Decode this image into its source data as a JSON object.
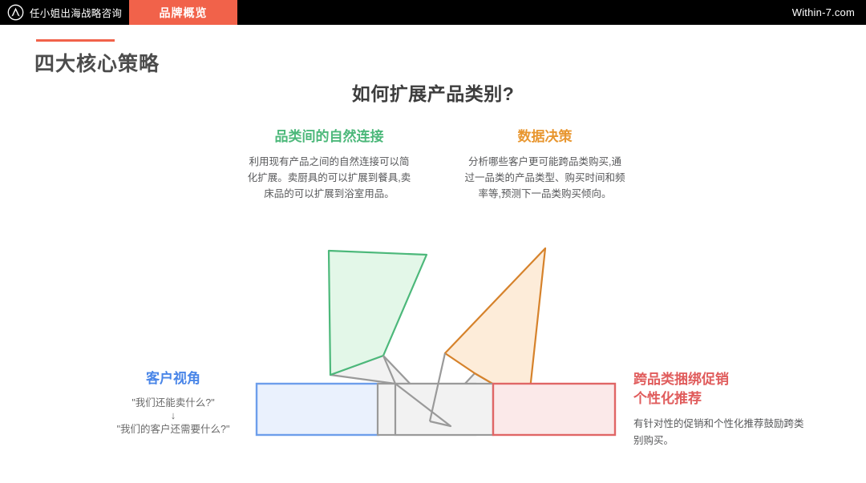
{
  "header": {
    "logo_icon": "circular-arrow-logo-icon",
    "brand_name": "任小姐出海战略咨询",
    "active_tab": "品牌概览",
    "site_url": "Within-7.com",
    "bar_color": "#000000",
    "tab_color": "#f1624a"
  },
  "slide": {
    "section_title": "四大核心策略",
    "accent_color": "#f1624a",
    "main_heading": "如何扩展产品类别?"
  },
  "callouts": {
    "green": {
      "title": "品类间的自然连接",
      "body": "利用现有产品之间的自然连接可以简化扩展。卖厨具的可以扩展到餐具,卖床品的可以扩展到浴室用品。",
      "color": "#4cb87a"
    },
    "orange": {
      "title": "数据决策",
      "body": "分析哪些客户更可能跨品类购买,通过一品类的产品类型、购买时间和频率等,预测下一品类购买倾向。",
      "color": "#e8962f"
    },
    "blue": {
      "title": "客户视角",
      "line1": "\"我们还能卖什么?\"",
      "arrow": "↓",
      "line2": "\"我们的客户还需要什么?\"",
      "color": "#4a86e8"
    },
    "red": {
      "title_line1": "跨品类捆绑促销",
      "title_line2": "个性化推荐",
      "body": "有针对性的促销和个性化推荐鼓励跨类别购买。",
      "color": "#e05c5c"
    }
  },
  "diagram": {
    "name": "v-shaped-category-expansion-diagram",
    "shapes": [
      {
        "name": "gray-left-arm",
        "fill": "#f2f2f2",
        "stroke": "#9a9a9a"
      },
      {
        "name": "gray-right-arm",
        "fill": "#f2f2f2",
        "stroke": "#9a9a9a"
      },
      {
        "name": "green-bar",
        "fill": "#e3f7e8",
        "stroke": "#4cb87a"
      },
      {
        "name": "orange-bar",
        "fill": "#fdecd9",
        "stroke": "#d6822b"
      },
      {
        "name": "blue-base-bar",
        "fill": "#eaf1fd",
        "stroke": "#6d9eeb"
      },
      {
        "name": "gray-base-bar-1",
        "fill": "#f2f2f2",
        "stroke": "#9a9a9a"
      },
      {
        "name": "gray-base-bar-2",
        "fill": "#f2f2f2",
        "stroke": "#9a9a9a"
      },
      {
        "name": "red-base-bar",
        "fill": "#fbe9e9",
        "stroke": "#e06666"
      }
    ]
  }
}
